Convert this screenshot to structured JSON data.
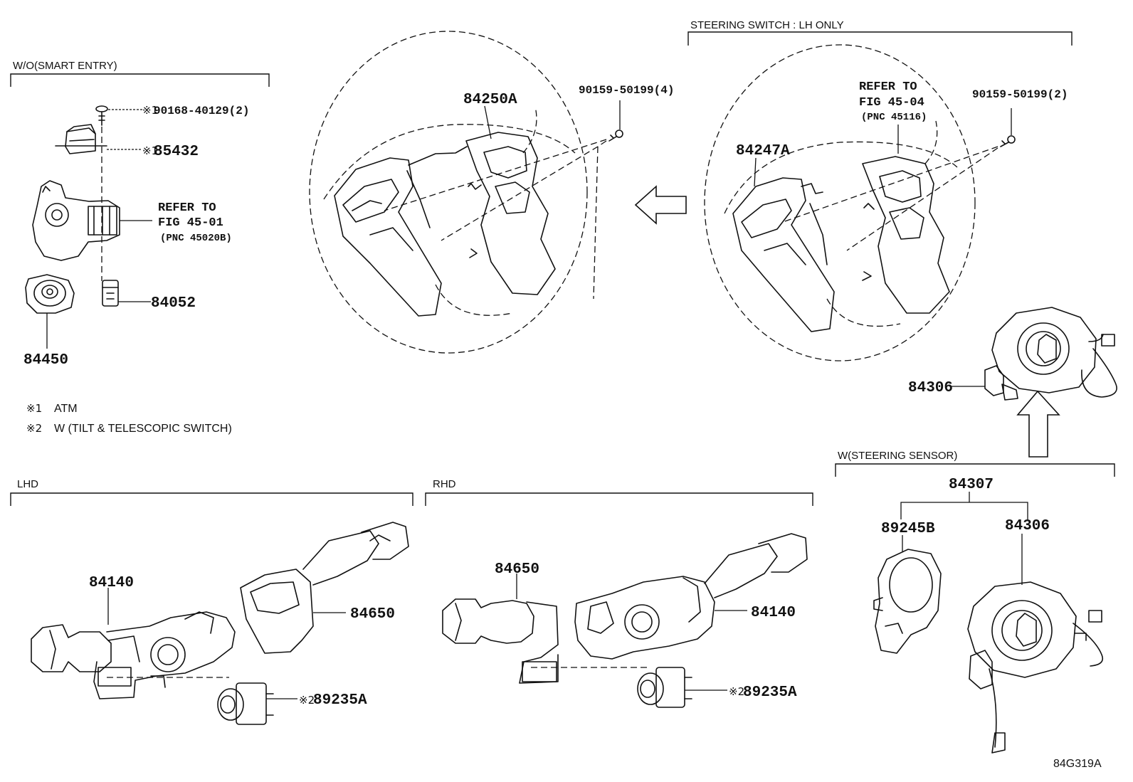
{
  "diagram_id": "84G319A",
  "sections": {
    "wo_smart_entry": "W/O(SMART ENTRY)",
    "steering_switch_lh": "STEERING SWITCH : LH ONLY",
    "lhd": "LHD",
    "rhd": "RHD",
    "w_steering_sensor": "W(STEERING SENSOR)"
  },
  "notes": {
    "n1_mark": "※1",
    "n1_text": "ATM",
    "n2_mark": "※2",
    "n2_text": "W (TILT & TELESCOPIC SWITCH)"
  },
  "marks": {
    "m1": "※1",
    "m2": "※2"
  },
  "parts": {
    "p_90168": "90168-40129(2)",
    "p_85432": "85432",
    "p_84052": "84052",
    "p_84450": "84450",
    "p_84250A": "84250A",
    "p_90159_4": "90159-50199(4)",
    "p_84247A": "84247A",
    "p_90159_2": "90159-50199(2)",
    "p_84306_top": "84306",
    "p_84307": "84307",
    "p_89245B": "89245B",
    "p_84306_low": "84306",
    "p_84140_lhd": "84140",
    "p_84650_lhd": "84650",
    "p_89235A_lhd": "89235A",
    "p_84650_rhd": "84650",
    "p_84140_rhd": "84140",
    "p_89235A_rhd": "89235A"
  },
  "refs": {
    "r1_l1": "REFER TO",
    "r1_l2": "FIG 45-01",
    "r1_l3": "(PNC 45020B)",
    "r2_l1": "REFER TO",
    "r2_l2": "FIG 45-04",
    "r2_l3": "(PNC 45116)"
  }
}
